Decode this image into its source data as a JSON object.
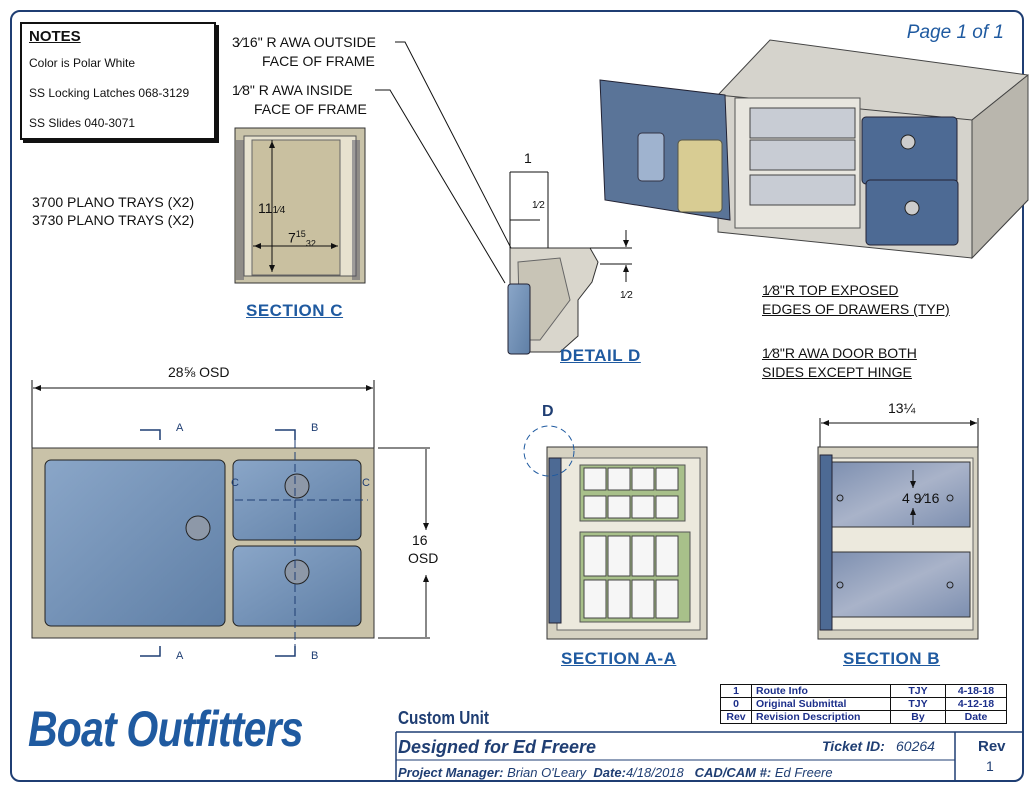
{
  "page_label": "Page 1 of 1",
  "notes": {
    "title": "NOTES",
    "lines": [
      "Color is Polar White",
      "SS Locking Latches 068-3129",
      "SS Slides 040-3071"
    ]
  },
  "callouts": {
    "outside_radius": "3⁄16\" R AWA OUTSIDE",
    "outside_radius_2": "FACE OF FRAME",
    "inside_radius": "1⁄8\" R AWA INSIDE",
    "inside_radius_2": "FACE OF FRAME",
    "trays_1": "3700 PLANO TRAYS (X2)",
    "trays_2": "3730 PLANO TRAYS (X2)",
    "top_edges_1": "1⁄8\"R TOP EXPOSED",
    "top_edges_2": "EDGES OF DRAWERS (TYP)",
    "door_1": "1⁄8\"R AWA DOOR BOTH",
    "door_2": "SIDES EXCEPT HINGE"
  },
  "dimensions": {
    "section_c_height_whole": "11",
    "section_c_height_frac": "1⁄4",
    "section_c_width_whole": "7",
    "section_c_width_num": "15",
    "section_c_width_den": "32",
    "detail_one": "1",
    "detail_half_a": "1⁄2",
    "detail_half_b": "1⁄2",
    "front_width": "28⅝ OSD",
    "front_height_1": "16",
    "front_height_2": "OSD",
    "side_depth": "13¼",
    "drawer_height": "4 9⁄16"
  },
  "markers": {
    "a": "A",
    "b": "B",
    "c": "C",
    "d": "D"
  },
  "section_titles": {
    "c": "SECTION C",
    "detail_d": "DETAIL  D",
    "aa": "SECTION A-A",
    "b": "SECTION B"
  },
  "revisions": {
    "rows": [
      {
        "rev": "1",
        "desc": "Route Info",
        "by": "TJY",
        "date": "4-18-18"
      },
      {
        "rev": "0",
        "desc": "Original Submittal",
        "by": "TJY",
        "date": "4-12-18"
      }
    ],
    "header": {
      "rev": "Rev",
      "desc": "Revision Description",
      "by": "By",
      "date": "Date"
    }
  },
  "title_block": {
    "logo": "Boat Outfitters",
    "unit": "Custom Unit",
    "designed_for": "Designed for Ed Freere",
    "ticket_label": "Ticket ID:",
    "ticket_id": "60264",
    "pm_label": "Project Manager:",
    "pm": "Brian O'Leary",
    "date_label": "Date:",
    "date": "4/18/2018",
    "cad_label": "CAD/CAM #:",
    "cad": "Ed Freere",
    "rev_label": "Rev",
    "rev": "1"
  },
  "colors": {
    "panel": "#6f8fb5",
    "frame": "#c9c2a8",
    "border": "#1f3e73",
    "accent": "#1f5aa0"
  }
}
